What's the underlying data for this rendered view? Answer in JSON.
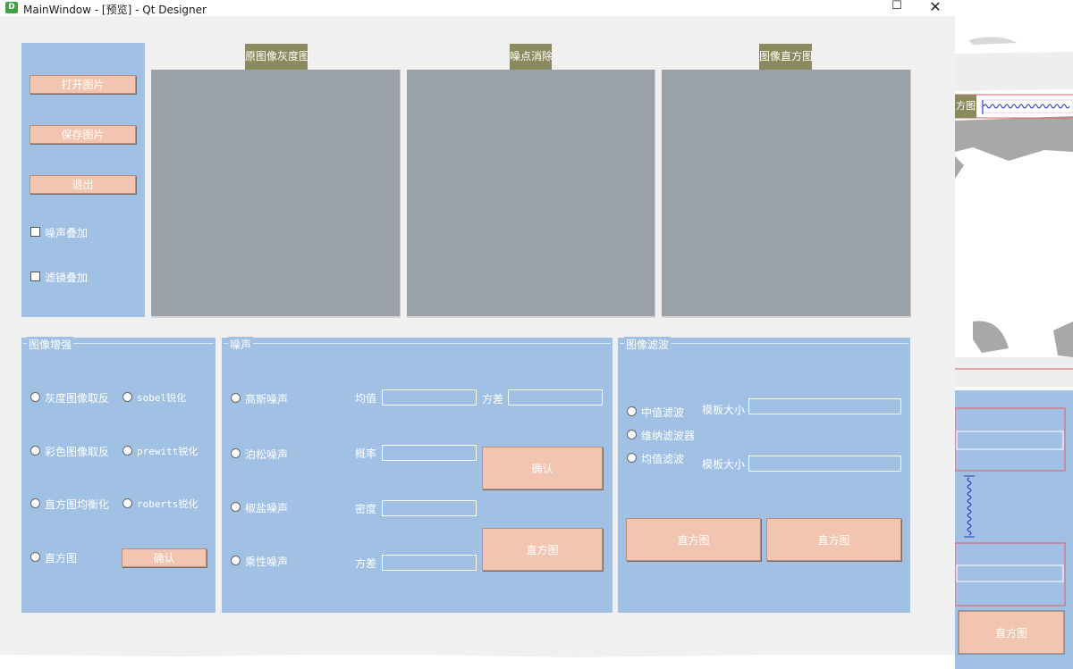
{
  "window": {
    "icon_letter": "D",
    "title": "MainWindow - [预览] - Qt Designer",
    "maximize_glyph": "☐",
    "close_glyph": "✕"
  },
  "sidebar": {
    "open_label": "打开图片",
    "save_label": "保存图片",
    "exit_label": "退出",
    "noise_overlay_label": "噪声叠加",
    "filter_overlay_label": "滤镜叠加"
  },
  "views": [
    {
      "caption": "原图像灰度图"
    },
    {
      "caption": "噪点消除"
    },
    {
      "caption": "图像直方图"
    }
  ],
  "enhance": {
    "title": "图像增强",
    "options": [
      "灰度图像取反",
      "sobel锐化",
      "彩色图像取反",
      "prewitt锐化",
      "直方图均衡化",
      "roberts锐化",
      "直方图"
    ],
    "confirm_label": "确认"
  },
  "noise": {
    "title": "噪声",
    "gaussian": "高斯噪声",
    "poisson": "泊松噪声",
    "saltpepper": "椒盐噪声",
    "multiplicative": "乘性噪声",
    "mean_label": "均值",
    "variance_label": "方差",
    "probability_label": "概率",
    "density_label": "密度",
    "variance2_label": "方差",
    "mean_value": "",
    "variance_value": "",
    "probability_value": "",
    "density_value": "",
    "variance2_value": "",
    "confirm_label": "确认",
    "histogram_label": "直方图"
  },
  "filter": {
    "title": "图像滤波",
    "median": "中值滤波",
    "wiener": "维纳滤波器",
    "mean": "均值滤波",
    "kernel_label_1": "模板大小",
    "kernel_label_2": "模板大小",
    "kernel_value_1": "",
    "kernel_value_2": "",
    "histogram_label_1": "直方图",
    "histogram_label_2": "直方图"
  },
  "background_window": {
    "caption_fragment": "方图",
    "button_label": "直方图"
  },
  "colors": {
    "panel": "#a0c0e4",
    "button": "#f2c5b0",
    "view": "#9aa1a8",
    "caption": "#8a8a5e",
    "client": "#f0f0f0"
  }
}
